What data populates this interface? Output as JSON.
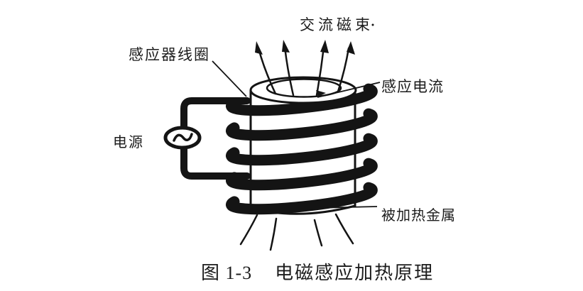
{
  "page": {
    "background": "#ffffff",
    "ink_color": "#1a1a1a"
  },
  "figure": {
    "labels": {
      "flux": "交流磁束",
      "inductor_coil": "感应器线圈",
      "induced_current": "感应电流",
      "power_supply": "电源",
      "heated_metal": "被加热金属"
    },
    "icons": {
      "ac_source": "ac-source-icon",
      "flux_arrows": "magnetic-flux-arrow-icon",
      "current_direction": "current-direction-arrow-icon"
    },
    "ac_symbol": "~",
    "caption": {
      "number": "图 1-3",
      "title": "电磁感应加热原理"
    }
  }
}
